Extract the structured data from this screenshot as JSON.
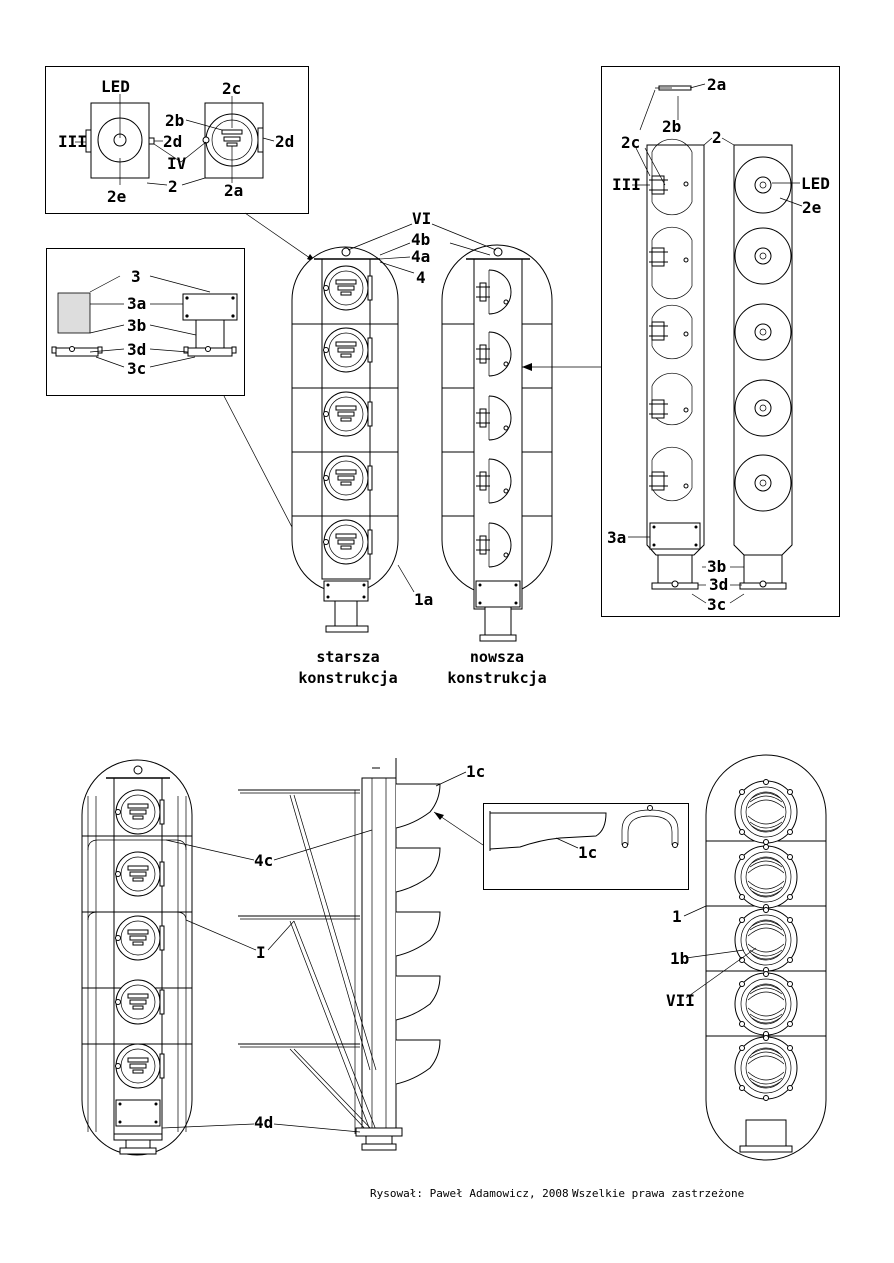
{
  "labels": {
    "led": "LED",
    "l2": "2",
    "l2a": "2a",
    "l2b": "2b",
    "l2c": "2c",
    "l2d": "2d",
    "l2e": "2e",
    "l3": "3",
    "l3a": "3a",
    "l3b": "3b",
    "l3c": "3c",
    "l3d": "3d",
    "l4": "4",
    "l4a": "4a",
    "l4b": "4b",
    "l4c": "4c",
    "l4d": "4d",
    "l1": "1",
    "l1a": "1a",
    "l1b": "1b",
    "l1c": "1c",
    "rI": "I",
    "rIII": "III",
    "rIV": "IV",
    "rVI": "VI",
    "rVII": "VII"
  },
  "captions": {
    "older_line1": "starsza",
    "older_line2": "konstrukcja",
    "newer_line1": "nowsza",
    "newer_line2": "konstrukcja"
  },
  "footer": {
    "author": "Rysował: Paweł Adamowicz, 2008",
    "rights": "Wszelkie prawa zastrzeżone"
  }
}
